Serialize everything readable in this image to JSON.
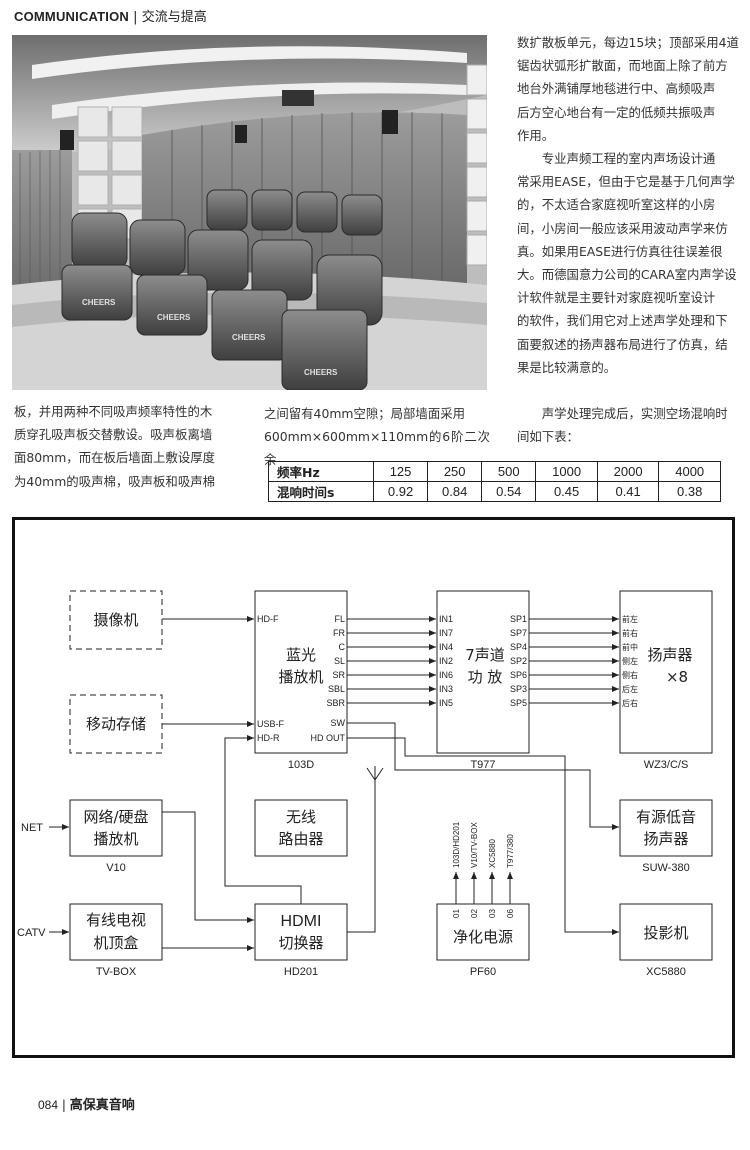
{
  "header": {
    "section": "COMMUNICATION",
    "sep": "|",
    "subtitle": "交流与提高"
  },
  "photo": {
    "seat_logo": "CHEERS"
  },
  "right_col_lines": [
    "数扩散板单元，每边15块；顶部采用4道",
    "锯齿状弧形扩散面，而地面上除了前方",
    "地台外满铺厚地毯进行中、高频吸声",
    "后方空心地台有一定的低频共振吸声",
    "作用。"
  ],
  "para2_lines": [
    "专业声频工程的室内声场设计通",
    "常采用EASE，但由于它是基于几何声学",
    "的，不太适合家庭视听室这样的小房",
    "间，小房间一般应该采用波动声学来仿",
    "真。如果用EASE进行仿真往往误差很",
    "大。而德国意力公司的CARA室内声学设",
    "计软件就是主要针对家庭视听室设计",
    "的软件，我们用它对上述声学处理和下",
    "面要叙述的扬声器布局进行了仿真，结",
    "果是比较满意的。"
  ],
  "para3_lines": [
    "声学处理完成后，实测空场混响时",
    "间如下表："
  ],
  "left_lines": [
    "板，并用两种不同吸声频率特性的木",
    "质穿孔吸声板交替敷设。吸声板离墙",
    "面80mm，而在板后墙面上敷设厚度",
    "为40mm的吸声棉，吸声板和吸声棉"
  ],
  "mid_lines": [
    "之间留有40mm空隙；局部墙面采用",
    "600mm×600mm×110mm的6阶二次余"
  ],
  "reverb_table": {
    "freq_label": "频率Hz",
    "time_label": "混响时间s",
    "freqs": [
      "125",
      "250",
      "500",
      "1000",
      "2000",
      "4000"
    ],
    "times": [
      "0.92",
      "0.84",
      "0.54",
      "0.45",
      "0.41",
      "0.38"
    ]
  },
  "diagram": {
    "camera": "摄像机",
    "storage": "移动存储",
    "bluray": {
      "line1": "蓝光",
      "line2": "播放机",
      "model": "103D"
    },
    "bd_in": [
      "HD-F",
      "USB-F",
      "HD-R"
    ],
    "bd_out": [
      "FL",
      "FR",
      "C",
      "SL",
      "SR",
      "SBL",
      "SBR"
    ],
    "bd_sw": "SW",
    "bd_hdout": "HD  OUT",
    "amp": {
      "line1": "7声道",
      "line2": "功 放",
      "model": "T977"
    },
    "amp_in": [
      "IN1",
      "IN7",
      "IN4",
      "IN2",
      "IN6",
      "IN3",
      "IN5"
    ],
    "amp_out": [
      "SP1",
      "SP7",
      "SP4",
      "SP2",
      "SP6",
      "SP3",
      "SP5"
    ],
    "spk_labels": [
      "前左",
      "前右",
      "前中",
      "侧左",
      "侧右",
      "后左",
      "后右"
    ],
    "speakers": {
      "line1": "扬声器",
      "line2": "×8",
      "model": "WZ3/C/S"
    },
    "router": {
      "line1": "无线",
      "line2": "路由器"
    },
    "net_player": {
      "line1": "网络/硬盘",
      "line2": "播放机",
      "model": "V10",
      "input": "NET"
    },
    "sub": {
      "line1": "有源低音",
      "line2": "扬声器",
      "model": "SUW-380"
    },
    "power": {
      "title": "净化电源",
      "model": "PF60",
      "nums": [
        "01",
        "02",
        "03",
        "06"
      ],
      "labels": [
        "103D/HD201",
        "V10/TV-BOX",
        "XC5880",
        "T977/380"
      ]
    },
    "stb": {
      "line1": "有线电视",
      "line2": "机顶盒",
      "model": "TV-BOX",
      "input": "CATV"
    },
    "hdmi": {
      "line1": "HDMI",
      "line2": "切换器",
      "model": "HD201"
    },
    "projector": {
      "title": "投影机",
      "model": "XC5880"
    }
  },
  "footer": {
    "page": "084",
    "sep": "|",
    "magazine": "高保真音响"
  }
}
